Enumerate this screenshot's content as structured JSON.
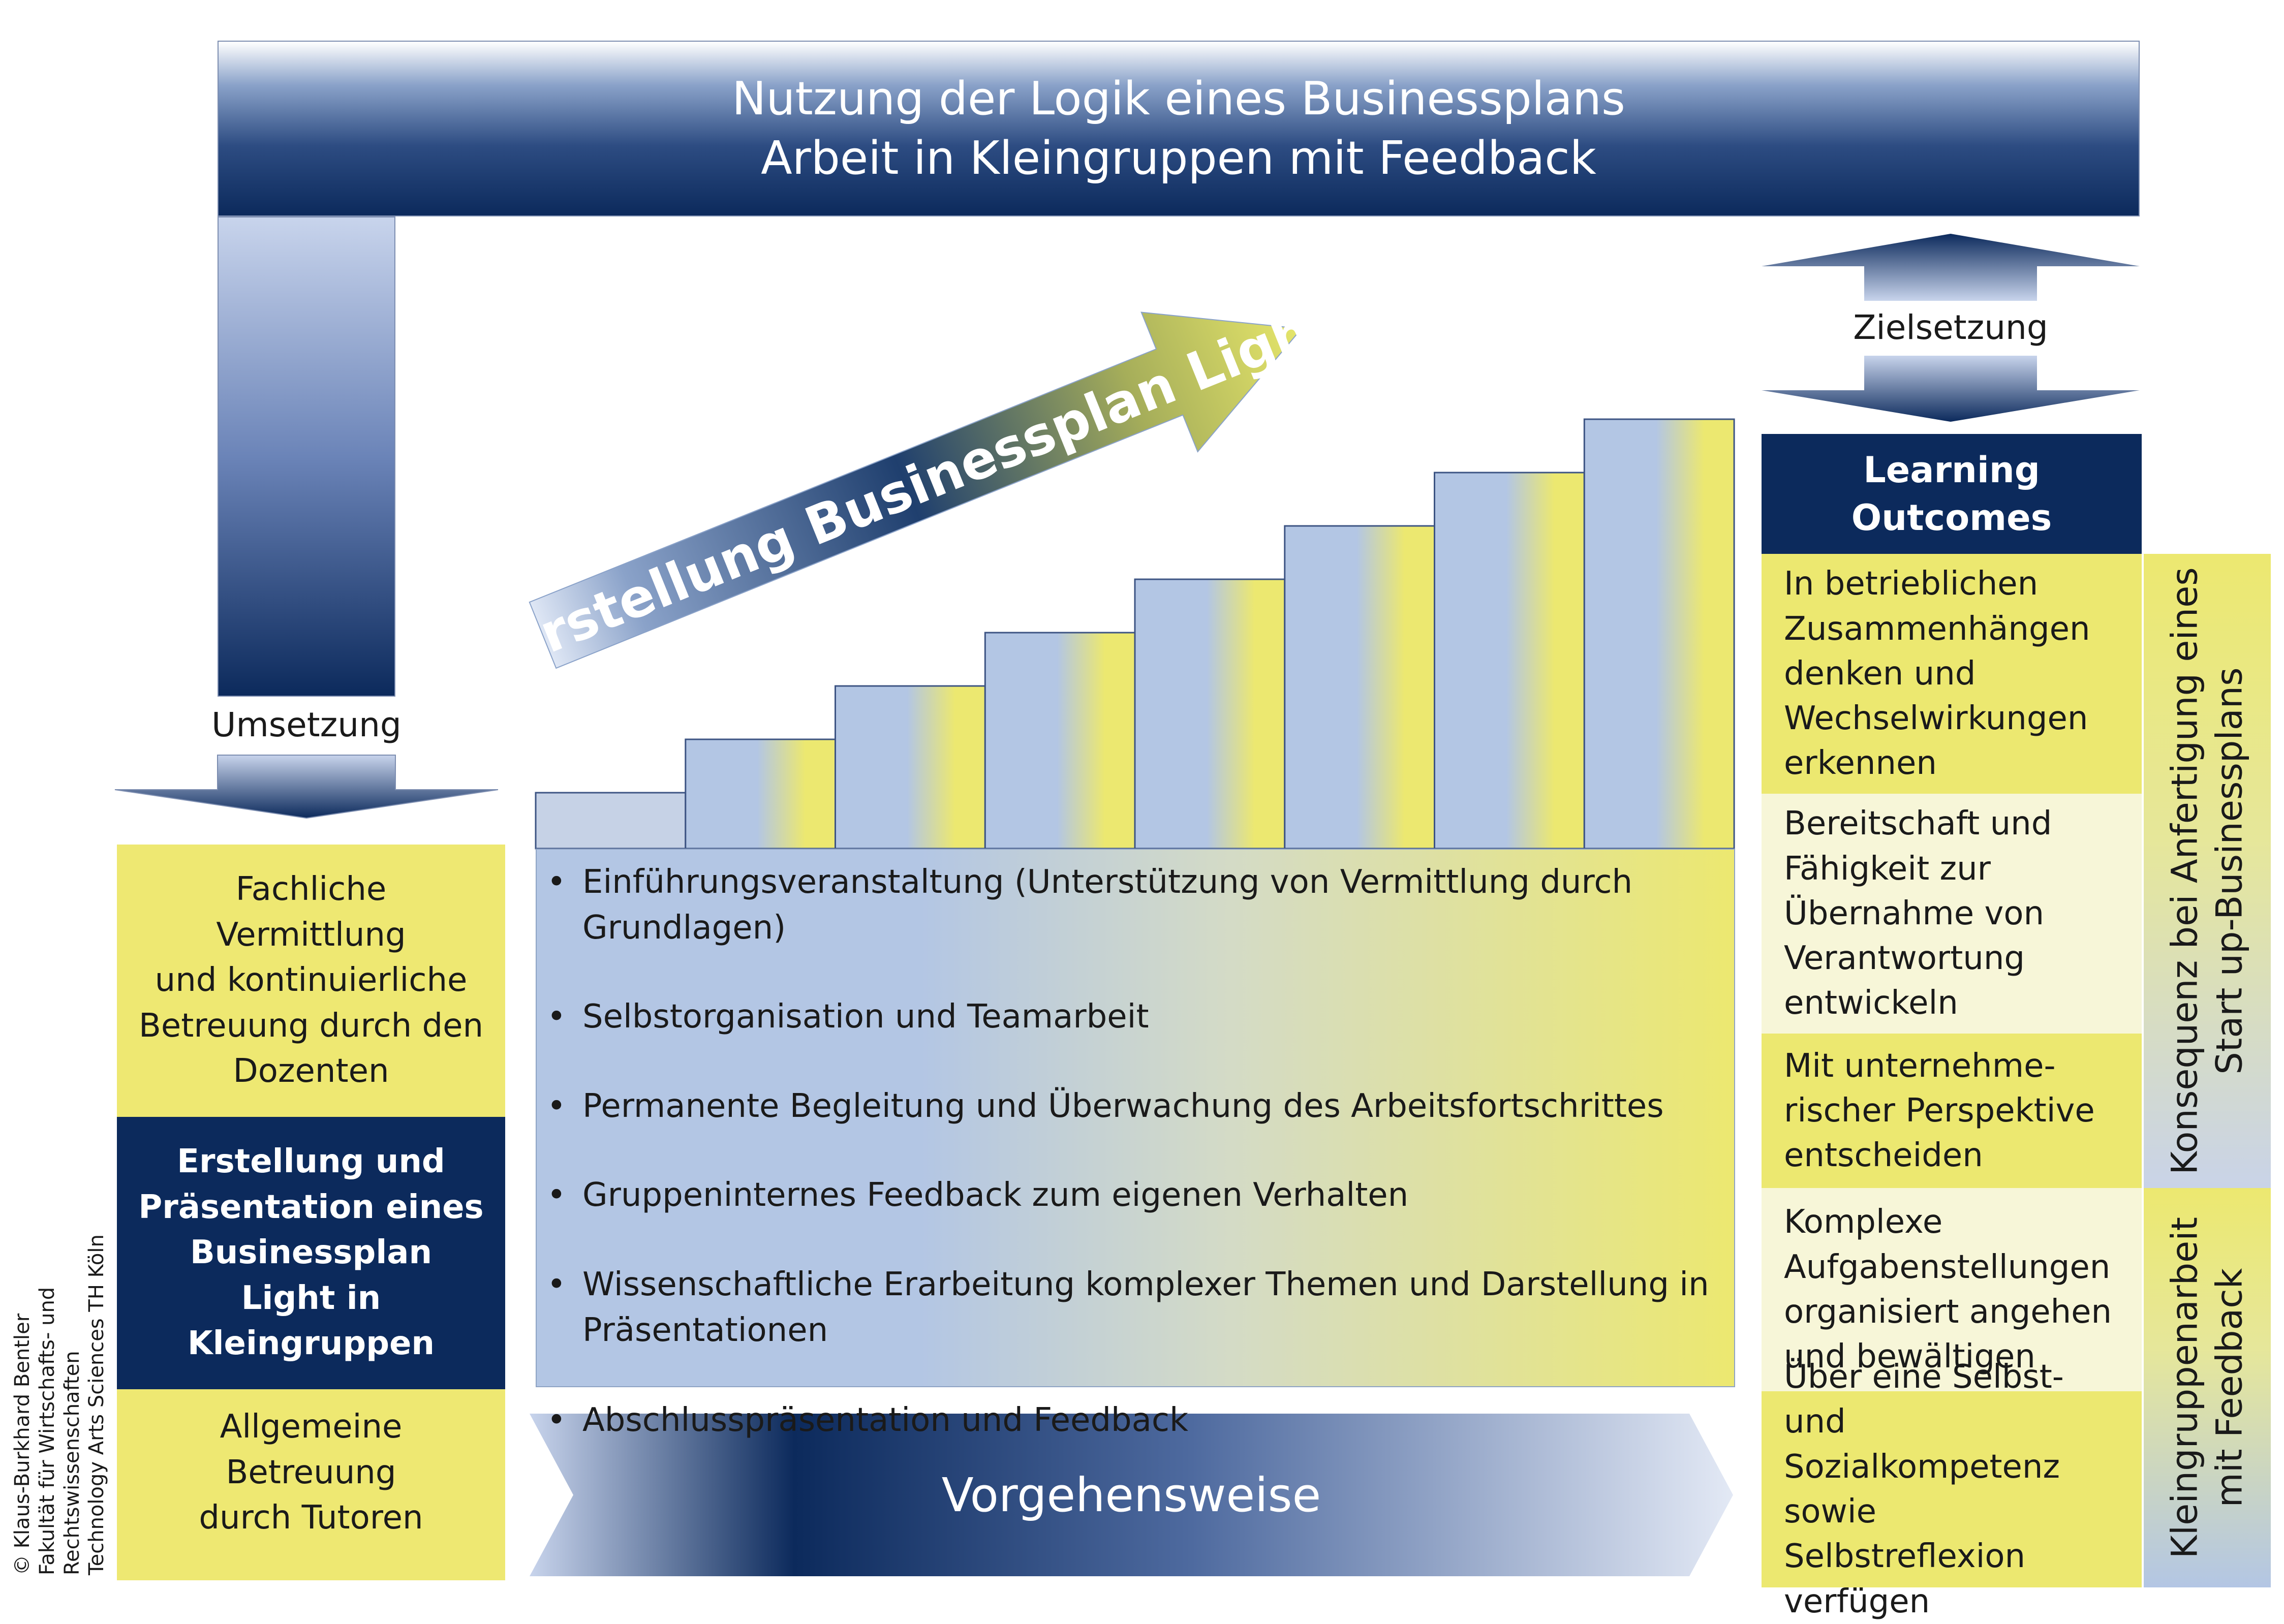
{
  "banner": {
    "line1": "Nutzung der Logik eines Businessplans",
    "line2": "Arbeit in Kleingruppen mit Feedback"
  },
  "umsetzung_label": "Umsetzung",
  "zielsetzung_label": "Zielsetzung",
  "diagonal_arrow_label": "Erstellung Businessplan Light",
  "left_column": {
    "box1": [
      "Fachliche Vermittlung",
      "und kontinuierliche",
      "Betreuung durch den",
      "Dozenten"
    ],
    "box2": [
      "Erstellung und",
      "Präsentation eines",
      "Businessplan",
      "Light in Kleingruppen"
    ],
    "box3": [
      "Allgemeine Betreuung",
      "durch Tutoren"
    ]
  },
  "staircase_steps": 8,
  "steps_list": [
    {
      "lines": [
        "Einführungsveranstaltung (Unterstützung von Vermittlung durch Grundlagen)"
      ]
    },
    {
      "lines": [
        "Selbstorganisation und Teamarbeit"
      ]
    },
    {
      "lines": [
        "Permanente Begleitung und Überwachung des Arbeitsfortschrittes"
      ]
    },
    {
      "lines": [
        "Gruppeninternes Feedback zum eigenen Verhalten"
      ]
    },
    {
      "lines": [
        "Wissenschaftliche Erarbeitung komplexer Themen und Darstellung in",
        "Präsentationen"
      ]
    },
    {
      "lines": [
        "Abschlusspräsentation und Feedback"
      ]
    }
  ],
  "bottom_arrow_label": "Vorgehensweise",
  "learning_outcomes": {
    "header": [
      "Learning",
      "Outcomes"
    ],
    "items": [
      {
        "lines": [
          "In betrieblichen",
          "Zusammenhängen",
          "denken und",
          "Wechselwirkungen",
          "erkennen"
        ]
      },
      {
        "lines": [
          "Bereitschaft und",
          "Fähigkeit zur",
          "Übernahme von",
          "Verantwortung",
          "entwickeln"
        ]
      },
      {
        "lines": [
          "Mit unternehme-",
          "rischer Perspektive",
          "entscheiden"
        ]
      },
      {
        "lines": [
          "Komplexe",
          "Aufgabenstellungen",
          "organisiert angehen",
          "und bewältigen"
        ]
      },
      {
        "lines": [
          "Über eine Selbst- und",
          "Sozialkompetenz",
          "sowie Selbstreflexion",
          "verfügen"
        ]
      }
    ]
  },
  "side_labels": {
    "top": [
      "Konsequenz bei Anfertigung eines",
      "Start up-Businessplans"
    ],
    "bottom": [
      "Kleingruppenarbeit",
      "mit Feedback"
    ]
  },
  "copyright": [
    "© Klaus-Burkhard Bentler",
    "Fakultät für Wirtschafts- und Rechtswissenschaften",
    "Technology Arts Sciences TH Köln"
  ],
  "colors": {
    "navy": "#0c2a5c",
    "yellow": "#ece870",
    "light_blue": "#b3c6e4",
    "pale_yellow": "#f7f6d8"
  }
}
